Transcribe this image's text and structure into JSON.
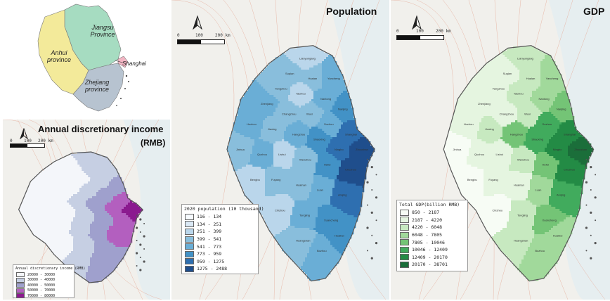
{
  "overview": {
    "provinces": [
      {
        "name": "Jiangsu\nProvince",
        "color": "#a6dcc1"
      },
      {
        "name": "Anhui\nprovince",
        "color": "#f3ea9a"
      },
      {
        "name": "Zhejiang\nprovince",
        "color": "#b7c3d0"
      },
      {
        "name": "Shanghai",
        "color": "#f3b6c4"
      }
    ]
  },
  "income": {
    "title_line1": "Annual discretionary income",
    "title_line2": "(RMB)",
    "north": "N",
    "scale_labels": [
      "0",
      "100",
      "200 km"
    ],
    "legend_title": "Annual discretionary income (RMB)",
    "legend": [
      {
        "label": "20000 - 30000",
        "color": "#f4f6fa"
      },
      {
        "label": "30000 - 40000",
        "color": "#c6cfe3"
      },
      {
        "label": "40000 - 50000",
        "color": "#9fa0cd"
      },
      {
        "label": "50000 - 70000",
        "color": "#b35fbf"
      },
      {
        "label": "70000 - 80000",
        "color": "#8b1a8f"
      }
    ]
  },
  "population": {
    "title": "Population",
    "north": "N",
    "scale_labels": [
      "0",
      "100",
      "200 km"
    ],
    "legend_title": "2020 population (10 thousand)",
    "legend": [
      {
        "label": "116 - 134",
        "color": "#f7fbff"
      },
      {
        "label": "134 - 251",
        "color": "#dbe9f6"
      },
      {
        "label": "251 - 399",
        "color": "#bad6eb"
      },
      {
        "label": "399 - 541",
        "color": "#89bedc"
      },
      {
        "label": "541 - 773",
        "color": "#6aaed6"
      },
      {
        "label": "773 - 959",
        "color": "#4292c6"
      },
      {
        "label": "959 - 1275",
        "color": "#2e6fb0"
      },
      {
        "label": "1275 - 2488",
        "color": "#1f4e8c"
      }
    ]
  },
  "gdp": {
    "title": "GDP",
    "north": "N",
    "scale_labels": [
      "0",
      "100",
      "200 km"
    ],
    "legend_title": "Total GDP(billion RMB)",
    "legend": [
      {
        "label": "850 - 2187",
        "color": "#f7fcf5"
      },
      {
        "label": "2187 - 4220",
        "color": "#e5f5e0"
      },
      {
        "label": "4220 - 6048",
        "color": "#c7e9c0"
      },
      {
        "label": "6048 - 7805",
        "color": "#a1d99b"
      },
      {
        "label": "7805 - 10046",
        "color": "#74c476"
      },
      {
        "label": "10046 - 12409",
        "color": "#41ab5d"
      },
      {
        "label": "12409 - 20170",
        "color": "#238b45"
      },
      {
        "label": "20170 - 38701",
        "color": "#1b6e3a"
      }
    ]
  },
  "cities": [
    "Lianyungang",
    "Suqian",
    "Huaian",
    "Yancheng",
    "Yangzhou",
    "Taizhou",
    "Nantong",
    "Nanjing",
    "Zhenjiang",
    "Changzhou",
    "Wuxi",
    "Suzhou",
    "Shanghai",
    "Huzhou",
    "Jiaxing",
    "Hangzhou",
    "Shaoxing",
    "Ningbo",
    "Zhoushan",
    "Jinhua",
    "Quzhou",
    "Lishui",
    "Wenzhou",
    "Hefei",
    "Chuzhou",
    "Bengbu",
    "Fuyang",
    "Huainan",
    "Luan",
    "Anqing",
    "Chizhou",
    "Tongling",
    "Xuancheng",
    "Huangshan",
    "Bozhou",
    "Huaibei"
  ],
  "colors": {
    "sea": "#e6eef0",
    "land_base": "#f1f0ec",
    "outline": "#555555"
  }
}
